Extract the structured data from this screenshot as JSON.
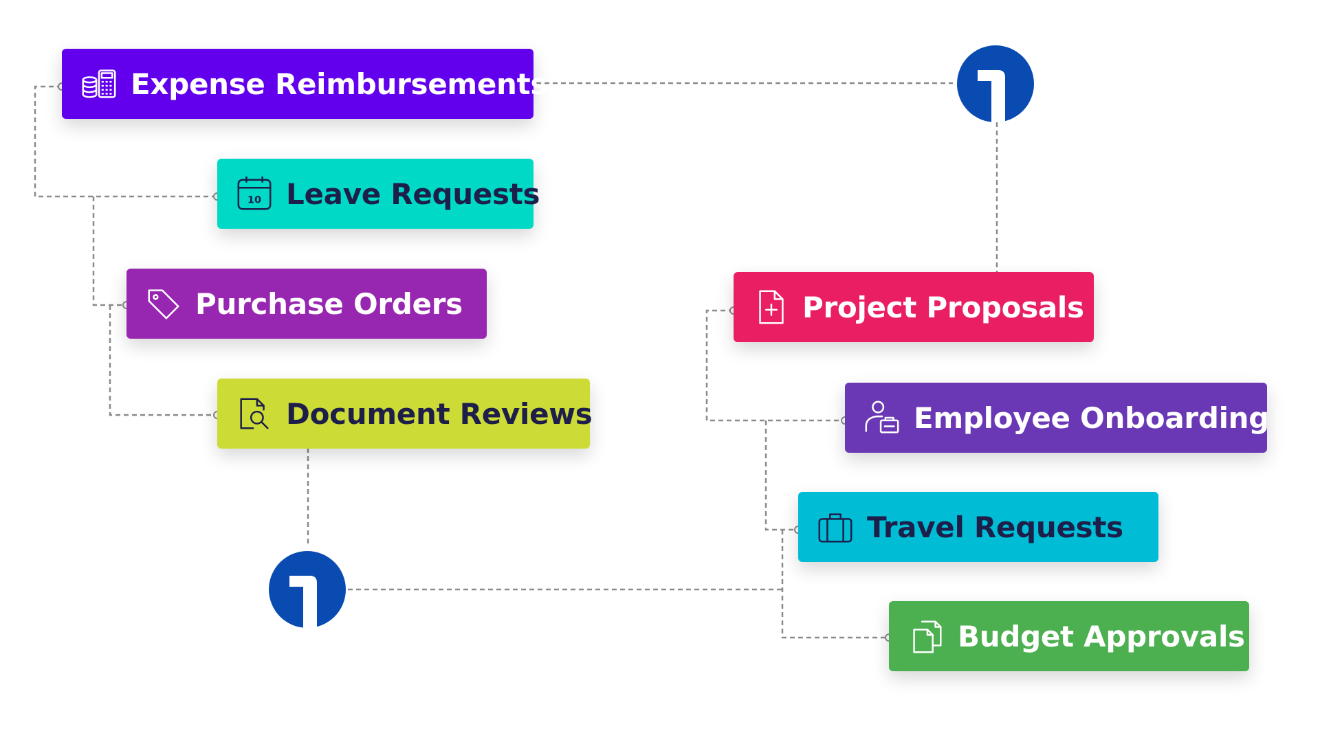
{
  "colors": {
    "expense": "#6200ee",
    "leave": "#00d9c6",
    "purchase": "#9727b0",
    "document": "#cddb36",
    "project": "#ea1e63",
    "onboarding": "#6a38b5",
    "travel": "#00bcd4",
    "budget": "#4caf50",
    "logo": "#0a4bb2",
    "connector": "#8a8a8a"
  },
  "cards": {
    "expense": {
      "label": "Expense Reimbursements",
      "icon": "calculator-coins-icon"
    },
    "leave": {
      "label": "Leave Requests",
      "icon": "calendar-10-icon",
      "icon_text": "10"
    },
    "purchase": {
      "label": "Purchase Orders",
      "icon": "tag-icon"
    },
    "document": {
      "label": "Document Reviews",
      "icon": "document-search-icon"
    },
    "project": {
      "label": "Project Proposals",
      "icon": "document-plus-icon"
    },
    "onboarding": {
      "label": "Employee Onboarding",
      "icon": "user-badge-icon"
    },
    "travel": {
      "label": "Travel Requests",
      "icon": "briefcase-icon"
    },
    "budget": {
      "label": "Budget Approvals",
      "icon": "copy-document-icon"
    }
  },
  "logos": {
    "top": {
      "icon": "brand-logo-icon"
    },
    "bottom": {
      "icon": "brand-logo-icon"
    }
  }
}
